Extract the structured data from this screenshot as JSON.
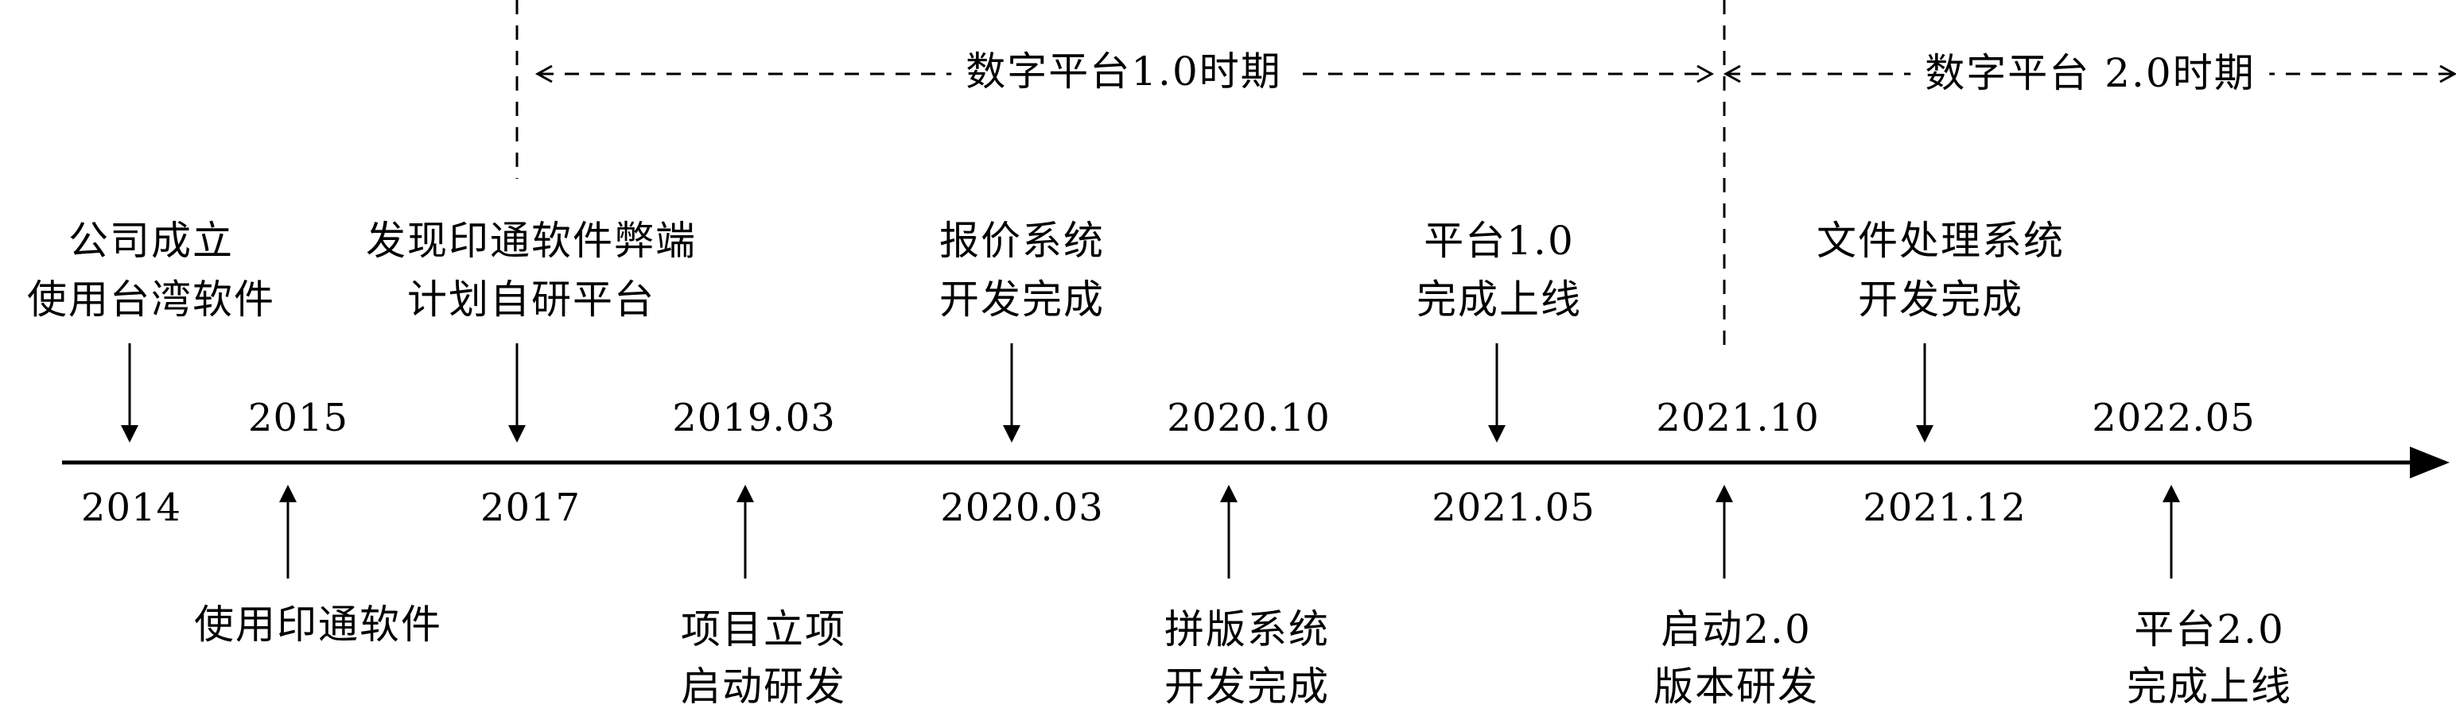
{
  "periods": [
    {
      "label": "数字平台1.0时期"
    },
    {
      "label": "数字平台 2.0时期"
    }
  ],
  "events": [
    {
      "year": "2014",
      "lines": [
        "公司成立",
        "使用台湾软件"
      ]
    },
    {
      "year": "2015",
      "lines": [
        "使用印通软件"
      ]
    },
    {
      "year": "2017",
      "lines": [
        "发现印通软件弊端",
        "计划自研平台"
      ]
    },
    {
      "year": "2019.03",
      "lines": [
        "项目立项",
        "启动研发"
      ]
    },
    {
      "year": "2020.03",
      "lines": [
        "报价系统",
        "开发完成"
      ]
    },
    {
      "year": "2020.10",
      "lines": [
        "拼版系统",
        "开发完成"
      ]
    },
    {
      "year": "2021.05",
      "lines": [
        "平台1.0",
        "完成上线"
      ]
    },
    {
      "year": "2021.10",
      "lines": [
        "启动2.0",
        "版本研发"
      ]
    },
    {
      "year": "2021.12",
      "lines": [
        "文件处理系统",
        "开发完成"
      ]
    },
    {
      "year": "2022.05",
      "lines": [
        "平台2.0",
        "完成上线"
      ]
    }
  ]
}
